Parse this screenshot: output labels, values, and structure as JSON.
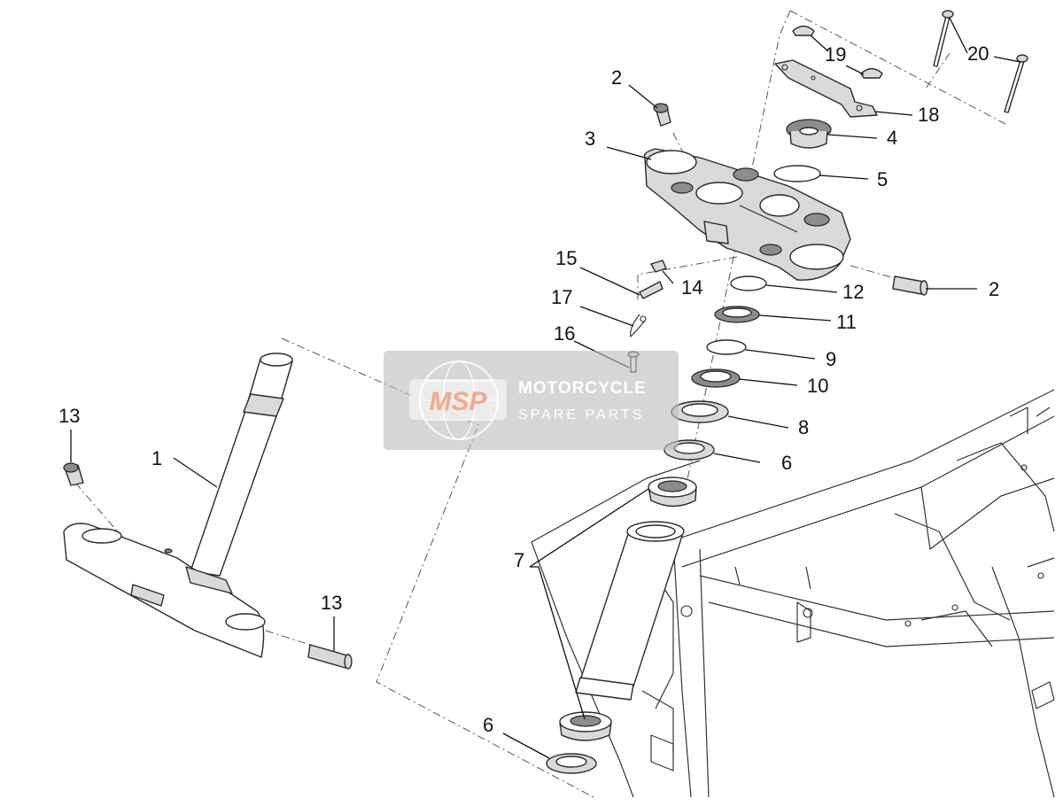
{
  "callouts": {
    "c1": "1",
    "c2a": "2",
    "c2b": "2",
    "c3": "3",
    "c4": "4",
    "c5": "5",
    "c6a": "6",
    "c6b": "6",
    "c7": "7",
    "c8": "8",
    "c9": "9",
    "c10": "10",
    "c11": "11",
    "c12": "12",
    "c13a": "13",
    "c13b": "13",
    "c14": "14",
    "c15": "15",
    "c16": "16",
    "c17": "17",
    "c18": "18",
    "c19": "19",
    "c20": "20"
  },
  "watermark": {
    "logo_text": "MSP",
    "title": "MOTORCYCLE",
    "subtitle": "SPARE PARTS",
    "logo_color": "#f4a98a"
  }
}
